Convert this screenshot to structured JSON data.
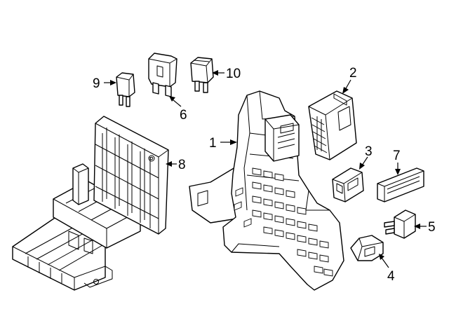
{
  "callouts": [
    {
      "id": "1",
      "label": "1",
      "part": "fuse-relay-box-main"
    },
    {
      "id": "2",
      "label": "2",
      "part": "control-module"
    },
    {
      "id": "3",
      "label": "3",
      "part": "relay"
    },
    {
      "id": "4",
      "label": "4",
      "part": "relay-angled"
    },
    {
      "id": "5",
      "label": "5",
      "part": "relay-small"
    },
    {
      "id": "6",
      "label": "6",
      "part": "maxi-fuse"
    },
    {
      "id": "7",
      "label": "7",
      "part": "fuse-strip"
    },
    {
      "id": "8",
      "label": "8",
      "part": "fuse-box-bracket"
    },
    {
      "id": "9",
      "label": "9",
      "part": "mini-fuse"
    },
    {
      "id": "10",
      "label": "10",
      "part": "cartridge-fuse"
    }
  ],
  "colors": {
    "line": "#000000",
    "background": "#ffffff"
  }
}
